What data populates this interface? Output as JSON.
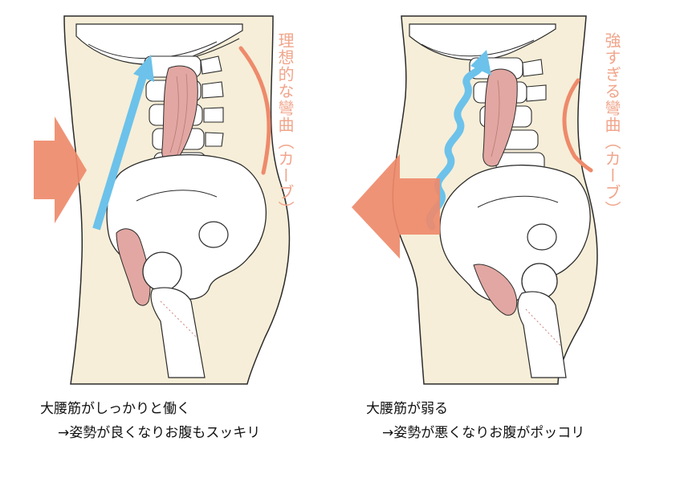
{
  "colors": {
    "skin": "#f6eed8",
    "outline": "#2b2b2b",
    "bone": "#ffffff",
    "muscle": "#e2a7a2",
    "blue_arrow": "#6cc2ea",
    "orange_arrow": "#ee8a6b",
    "label": "#f0a58b"
  },
  "left_panel": {
    "curve_label": "理想的な彎曲（カーブ）",
    "caption_line1": "大腰筋がしっかりと働く",
    "caption_line2": "→姿勢が良くなりお腹もスッキリ"
  },
  "right_panel": {
    "curve_label": "強すぎる彎曲（カーブ）",
    "caption_line1": "大腰筋が弱る",
    "caption_line2": "→姿勢が悪くなりお腹がポッコリ"
  }
}
